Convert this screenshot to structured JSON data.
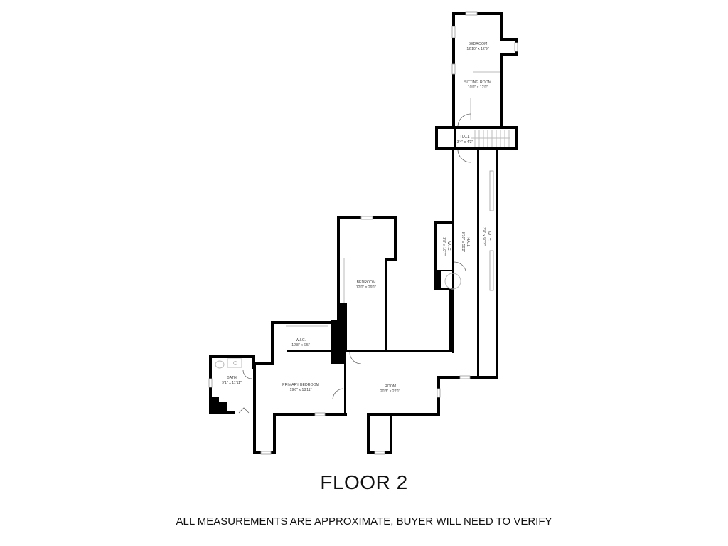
{
  "floor_title": "FLOOR 2",
  "disclaimer": "ALL MEASUREMENTS ARE APPROXIMATE, BUYER WILL NEED TO VERIFY",
  "rooms": {
    "bedroom_top": {
      "name": "BEDROOM",
      "size": "12'10\" x 12'9\""
    },
    "sitting_room": {
      "name": "SITTING ROOM",
      "size": "10'0\" x 12'0\""
    },
    "hall_small": {
      "name": "HALL",
      "size": "3'4\" x 4'3\""
    },
    "hall_long": {
      "name": "HALL",
      "size": "8'10\" x 50'2\""
    },
    "wic_long": {
      "name": "W.I.C.",
      "size": "3'8\" x 50'2\""
    },
    "wic_small": {
      "name": "W.I.C.",
      "size": "3'8\" x 10'7\""
    },
    "bedroom_mid": {
      "name": "BEDROOM",
      "size": "12'0\" x 29'1\""
    },
    "wic_primary": {
      "name": "W.I.C.",
      "size": "12'8\" x 6'5\""
    },
    "bath": {
      "name": "BATH",
      "size": "9'1\" x 11'11\""
    },
    "primary_bedroom": {
      "name": "PRIMARY BEDROOM",
      "size": "19'6\" x 18'11\""
    },
    "room": {
      "name": "ROOM",
      "size": "20'3\" x 22'1\""
    }
  }
}
